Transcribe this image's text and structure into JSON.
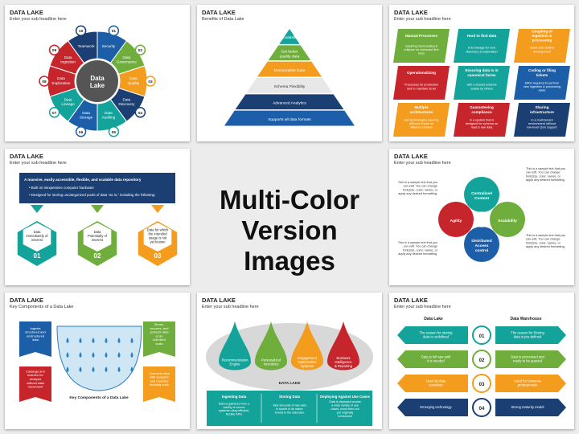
{
  "colors": {
    "teal": "#14a39a",
    "blue": "#1c5fa8",
    "green": "#6fae3c",
    "red": "#c7252c",
    "orange": "#f39c1e",
    "darkblue": "#1b3f73"
  },
  "center": {
    "line1": "Multi-Color",
    "line2": "Version Images"
  },
  "slides": [
    {
      "title": "DATA LAKE",
      "subtitle": "Enter your sub headline here",
      "hub": [
        "Data",
        "Lake"
      ],
      "segments": [
        {
          "num": "01",
          "label": "Security"
        },
        {
          "num": "02",
          "label": "Data Governance"
        },
        {
          "num": "03",
          "label": "Data Quality"
        },
        {
          "num": "04",
          "label": "Data Discovery"
        },
        {
          "num": "05",
          "label": "Data Auditing"
        },
        {
          "num": "06",
          "label": "Data Storage"
        },
        {
          "num": "07",
          "label": "Data Lineage"
        },
        {
          "num": "08",
          "label": "Data Exploration"
        },
        {
          "num": "09",
          "label": "Data Ingestion"
        },
        {
          "num": "10",
          "label": "Teamwork"
        }
      ]
    },
    {
      "title": "DATA LAKE",
      "subtitle": "Benefits of Data Lake",
      "levels": [
        "Scalability",
        "Get better quality data",
        "Democratize Data",
        "Schema Flexibility",
        "Advanced Analytics",
        "Supports all data formats"
      ]
    },
    {
      "title": "DATA LAKE",
      "subtitle": "Enter your sub headline here",
      "cards": [
        {
          "head": "Manual Processes",
          "body": "requiring hand-coding & reliance on command line tools"
        },
        {
          "head": "Hard to find data",
          "body": "& its lineage for new discovery & exploration"
        },
        {
          "head": "Coupling of ingestion & processing",
          "body": "slows and clutters development"
        },
        {
          "head": "Operationalizing",
          "body": "Processes for production and to maintain SLAs"
        },
        {
          "head": "Ensuring data is in canonical forms",
          "body": "with a shared schema usable by others"
        },
        {
          "head": "Coding or filing tickets",
          "body": "Effort required to perform new ingestion & processing tasks"
        },
        {
          "head": "Multiple architectures",
          "body": "and technologies used by different teams on different clusters"
        },
        {
          "head": "Guaranteeing compliance",
          "body": "In a system that is designed for schema on read & raw data"
        },
        {
          "head": "Sharing infrastructure",
          "body": "in a multi-tenant environment without low-level QoS support"
        }
      ]
    },
    {
      "title": "DATA LAKE",
      "subtitle": "Enter your sub headline here",
      "banner": {
        "head": "A massive, easily accessible, flexible, and scalable data repository",
        "b1": "Built on inexpensive computer hardware",
        "b2": "Designed for storing uncategorized pools of data \"as is,\" including the following:"
      },
      "hexes": [
        {
          "text": "Data immediately of interest",
          "num": "01"
        },
        {
          "text": "Data Potentially of interest",
          "num": "02"
        },
        {
          "text": "Data for which the intended usage is not yet known",
          "num": "03"
        }
      ]
    },
    {
      "title": "DATA LAKE",
      "subtitle": "Enter your sub headline here",
      "circles": [
        "Centralized Content",
        "Scalability",
        "Distributed Access control",
        "Agility"
      ],
      "sample": "This is a sample text that you can edit. You can change font(size, color, name), or apply any desired formatting."
    },
    {
      "title": "DATA LAKE",
      "subtitle": "Key Components of a Data Lake",
      "caption": "Key Components of a Data Lake",
      "flags": [
        "Ingests structured and unstructured data",
        "Catalogs and indexes for analysis without data movement",
        "Stores, secures, and protects data at an unlimited scale",
        "Connects data with analytics and machine learning tools"
      ]
    },
    {
      "title": "DATA LAKE",
      "subtitle": "Enter your sub headline here",
      "drops": [
        "Recommendation Engine",
        "Personalized Incentives",
        "Engagement Optimization Systems",
        "Business Intelligence & Reporting"
      ],
      "lake_label": "DATA LAKE",
      "footer": [
        {
          "head": "Ingesting Data",
          "body": "Data is gathered from a variety of source systems using efficient, flexible APIs"
        },
        {
          "head": "Storing Data",
          "body": "Vast amounts of raw data is stored in its native format in the data lake"
        },
        {
          "head": "Deploying Against Use Cases",
          "body": "Data is deployed across a wide variety of use cases, most often not yet originally envisioned"
        }
      ]
    },
    {
      "title": "DATA LAKE",
      "subtitle": "Enter your sub headline here",
      "left_head": "Data Lake",
      "right_head": "Data Warehouse",
      "rows": [
        {
          "num": "01",
          "left": "The reason for storing data is undefined",
          "right": "The reason for Storing data is pre-defined"
        },
        {
          "num": "02",
          "left": "Data is left raw until it is needed",
          "right": "Data is processed and ready to be queried"
        },
        {
          "num": "03",
          "left": "Used by data scientists",
          "right": "Used for business professionals"
        },
        {
          "num": "04",
          "left": "Emerging technology",
          "right": "Strong maturity model"
        }
      ]
    }
  ]
}
